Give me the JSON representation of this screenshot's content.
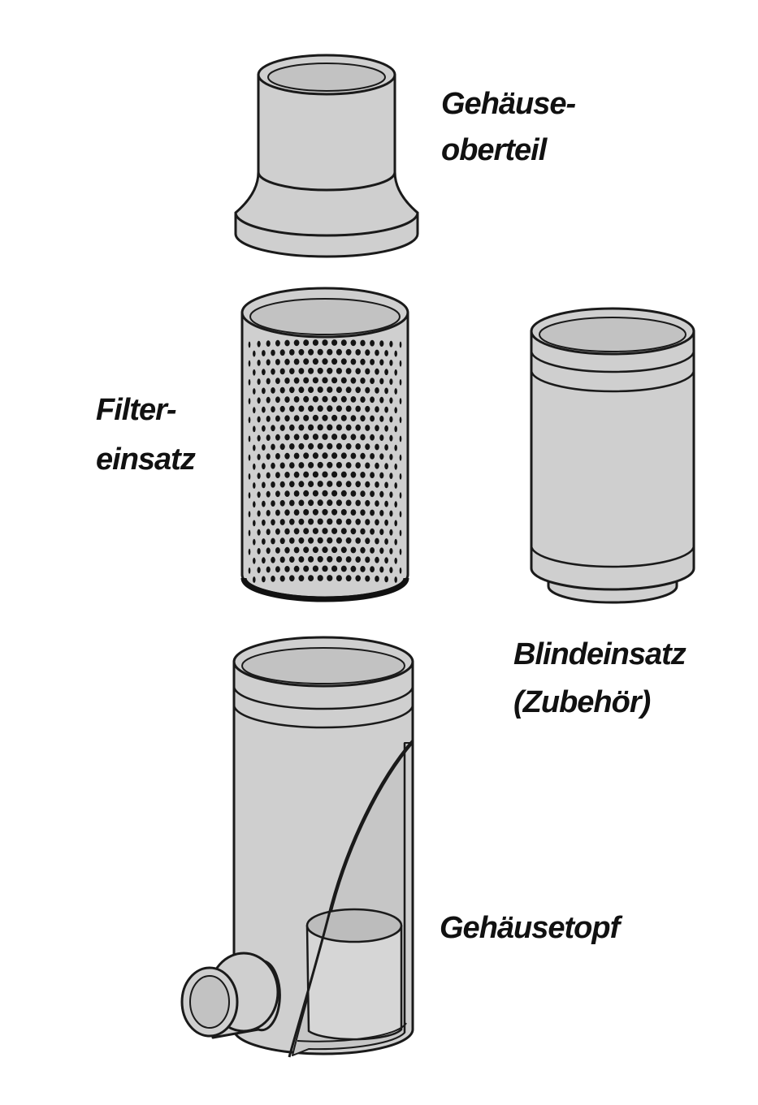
{
  "colors": {
    "body": "#cfcfcf",
    "stroke": "#1a1a1a",
    "hole": "#141414",
    "inner": "#b9b9b9",
    "background": "#ffffff"
  },
  "labels": {
    "gehaeuseoberteil_l1": "Gehäuse-",
    "gehaeuseoberteil_l2": "oberteil",
    "filtereinsatz_l1": "Filter-",
    "filtereinsatz_l2": "einsatz",
    "blindeinsatz_l1": "Blindeinsatz",
    "blindeinsatz_l2": "(Zubehör)",
    "gehaeusetopf": "Gehäusetopf"
  }
}
